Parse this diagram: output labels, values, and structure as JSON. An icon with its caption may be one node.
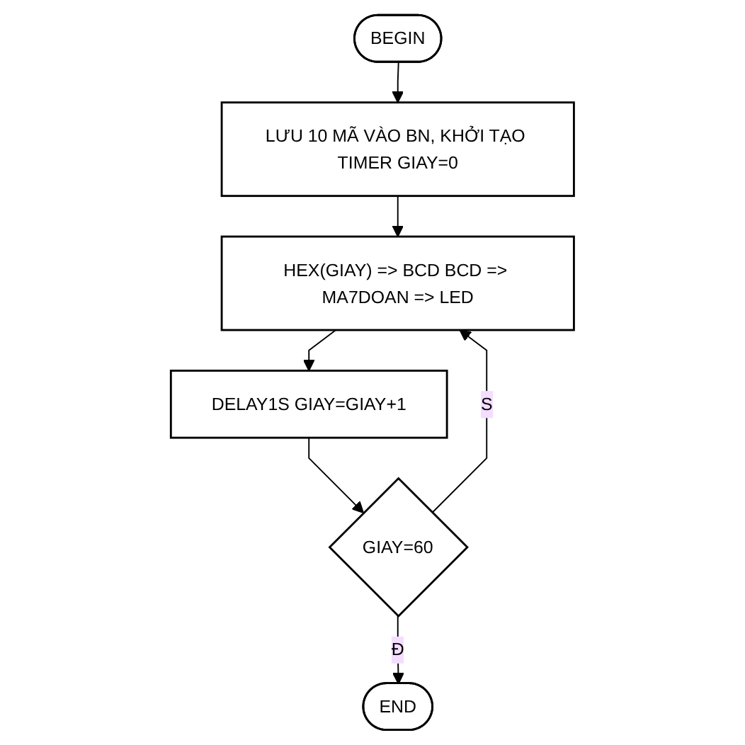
{
  "diagram": {
    "nodes": [
      {
        "text": [
          "BEGIN"
        ]
      },
      {
        "text": [
          "LƯU 10 MÃ VÀO BN, KHỞI TẠO TIMER GIAY=0"
        ]
      },
      {
        "text": [
          "HEX(GIAY) => BCD BCD => MA7DOAN => LED"
        ]
      },
      {
        "text": [
          "DELAY1S GIAY=GIAY+1"
        ]
      },
      {
        "text": [
          "GIAY=60"
        ]
      },
      {
        "text": [
          "END"
        ]
      }
    ],
    "edges": [
      {
        "from": 0,
        "to": 1,
        "arrow": "to"
      },
      {
        "from": 1,
        "to": 2,
        "arrow": "to"
      },
      {
        "from": 2,
        "to": 3,
        "arrow": "to"
      },
      {
        "from": 3,
        "to": 4,
        "arrow": "to"
      },
      {
        "from": 4,
        "to": 2,
        "arrow": "to",
        "label": "S"
      },
      {
        "from": 4,
        "to": 5,
        "arrow": "to",
        "label": "Đ"
      }
    ]
  }
}
